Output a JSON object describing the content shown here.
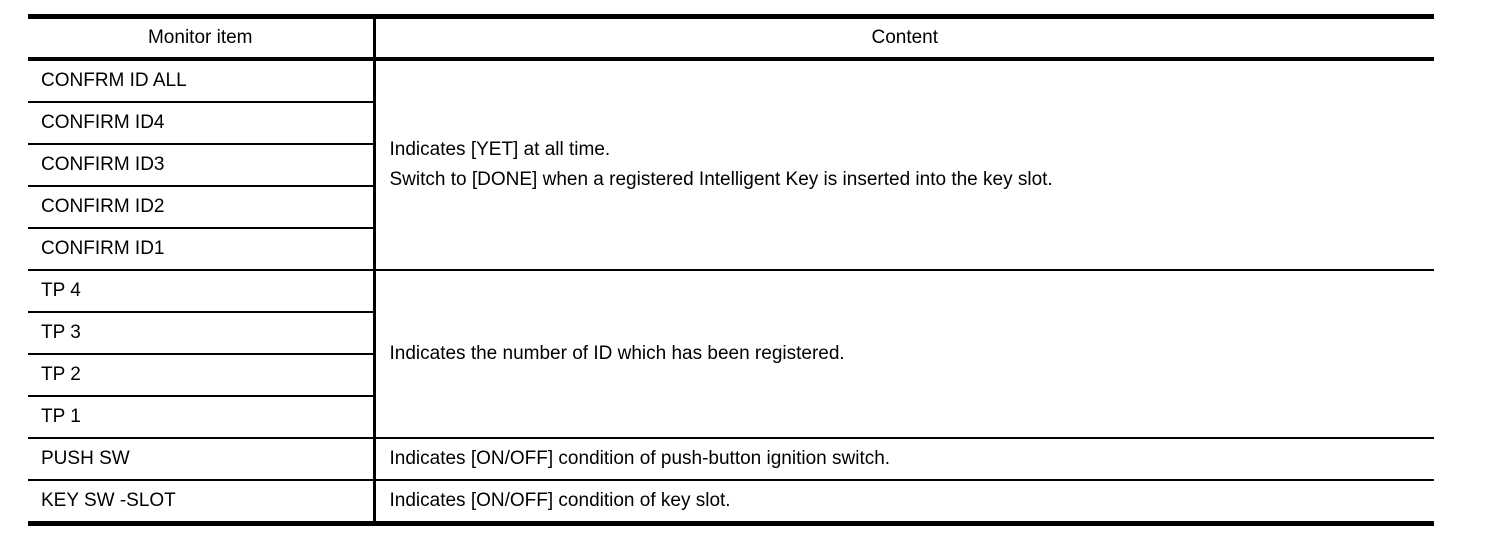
{
  "table": {
    "columns": [
      "Monitor item",
      "Content"
    ],
    "groups": [
      {
        "items": [
          "CONFRM ID ALL",
          "CONFIRM ID4",
          "CONFIRM ID3",
          "CONFIRM ID2",
          "CONFIRM ID1"
        ],
        "content_lines": [
          "Indicates [YET] at all time.",
          "Switch to [DONE] when a registered Intelligent Key is inserted into the key slot."
        ]
      },
      {
        "items": [
          "TP 4",
          "TP 3",
          "TP 2",
          "TP 1"
        ],
        "content_lines": [
          "Indicates the number of ID which has been registered."
        ]
      },
      {
        "items": [
          "PUSH SW"
        ],
        "content_lines": [
          "Indicates [ON/OFF] condition of push-button ignition switch."
        ]
      },
      {
        "items": [
          "KEY SW -SLOT"
        ],
        "content_lines": [
          "Indicates [ON/OFF] condition of key slot."
        ]
      }
    ]
  }
}
